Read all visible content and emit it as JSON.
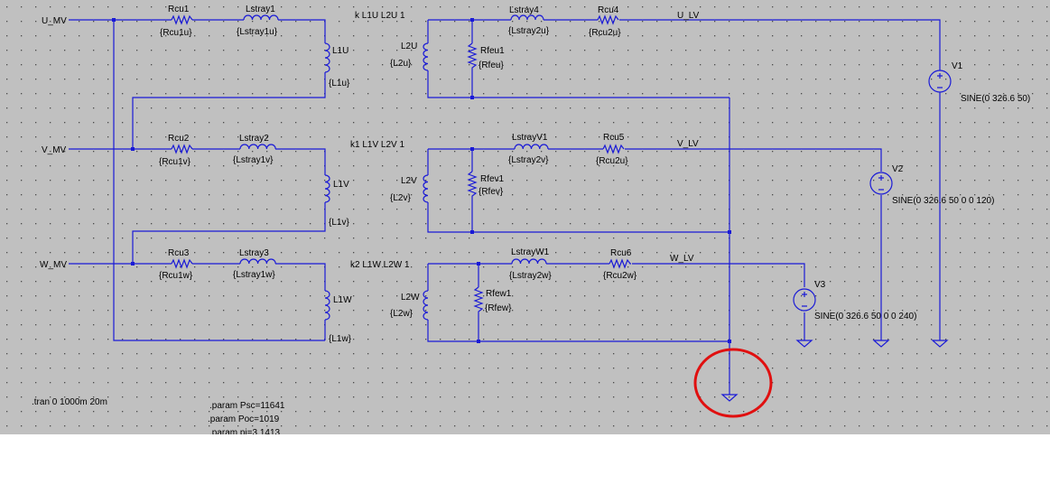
{
  "nets": {
    "u_mv": "U_MV",
    "v_mv": "V_MV",
    "w_mv": "W_MV",
    "u_lv": "U_LV",
    "v_lv": "V_LV",
    "w_lv": "W_LV"
  },
  "components": {
    "rcu1": {
      "name": "Rcu1",
      "value": "{Rcu1u}"
    },
    "lstray1": {
      "name": "Lstray1",
      "value": "{Lstray1u}"
    },
    "l1u": {
      "name": "L1U",
      "value": "{L1u}"
    },
    "l2u": {
      "name": "L2U",
      "value": "{L2u}"
    },
    "rfeu1": {
      "name": "Rfeu1",
      "value": "{Rfeu}"
    },
    "lstray4": {
      "name": "Lstray4",
      "value": "{Lstray2u}"
    },
    "rcu4": {
      "name": "Rcu4",
      "value": "{Rcu2u}"
    },
    "rcu2": {
      "name": "Rcu2",
      "value": "{Rcu1v}"
    },
    "lstray2": {
      "name": "Lstray2",
      "value": "{Lstray1v}"
    },
    "l1v": {
      "name": "L1V",
      "value": "{L1v}"
    },
    "l2v": {
      "name": "L2V",
      "value": "{L2v}"
    },
    "rfev1": {
      "name": "Rfev1",
      "value": "{Rfev}"
    },
    "lstrayv1": {
      "name": "LstrayV1",
      "value": "{Lstray2v}"
    },
    "rcu5": {
      "name": "Rcu5",
      "value": "{Rcu2u}"
    },
    "rcu3": {
      "name": "Rcu3",
      "value": "{Rcu1w}"
    },
    "lstray3": {
      "name": "Lstray3",
      "value": "{Lstray1w}"
    },
    "l1w": {
      "name": "L1W",
      "value": "{L1w}"
    },
    "l2w": {
      "name": "L2W",
      "value": "{L2w}"
    },
    "rfew1": {
      "name": "Rfew1",
      "value": "{Rfew}"
    },
    "lstrayw1": {
      "name": "LstrayW1",
      "value": "{Lstray2w}"
    },
    "rcu6": {
      "name": "Rcu6",
      "value": "{Rcu2w}"
    }
  },
  "couplings": {
    "k": "k L1U L2U 1",
    "k1": "k1 L1V L2V 1",
    "k2": "k2 L1W L2W 1"
  },
  "sources": {
    "v1": {
      "name": "V1",
      "value": "SINE(0 326.6 50)"
    },
    "v2": {
      "name": "V2",
      "value": "SINE(0 326.6 50 0 0 120)"
    },
    "v3": {
      "name": "V3",
      "value": "SINE(0 326.6 50 0 0 240)"
    }
  },
  "directives": {
    "tran": ".tran 0 1000m 20m",
    "psc": ".param Psc=11641",
    "poc": ".param Poc=1019",
    "pi": ".param pi=3.1413"
  },
  "colors": {
    "wire": "#1a1ad6",
    "background": "#c0c0c0",
    "highlight_circle": "#e01010"
  }
}
